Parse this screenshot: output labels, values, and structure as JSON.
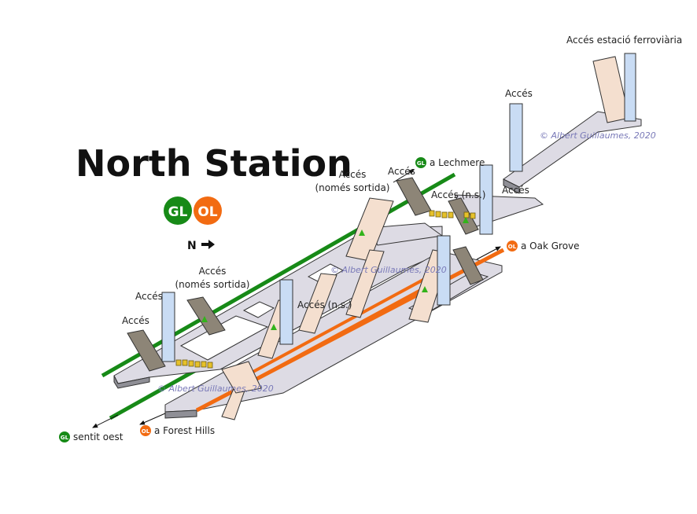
{
  "title": "North Station",
  "lines": {
    "gl": {
      "code": "GL",
      "color": "#178a17"
    },
    "ol": {
      "code": "OL",
      "color": "#f26b12"
    }
  },
  "north_label": "N",
  "labels": {
    "acces_estacio": "Accés estació ferroviària",
    "acces_top": "Accés",
    "acces_gl_left": "Accés",
    "acces_n_s_right": "Accés (n.s.)",
    "acces_right": "Accés",
    "acces_sortida_right_1": "Accés",
    "acces_sortida_right_2": "(només sortida)",
    "acces_sortida_left_1": "Accés",
    "acces_sortida_left_2": "(només sortida)",
    "acces_left_upper": "Accés",
    "acces_left_lower": "Accés",
    "acces_n_s_center": "Accés (n.s.)"
  },
  "destinations": {
    "lechmere": "a Lechmere",
    "oak_grove": "a Oak Grove",
    "sentit_oest": "sentit oest",
    "forest_hills": "a Forest Hills"
  },
  "watermark": "© Albert Guillaumes, 2020"
}
